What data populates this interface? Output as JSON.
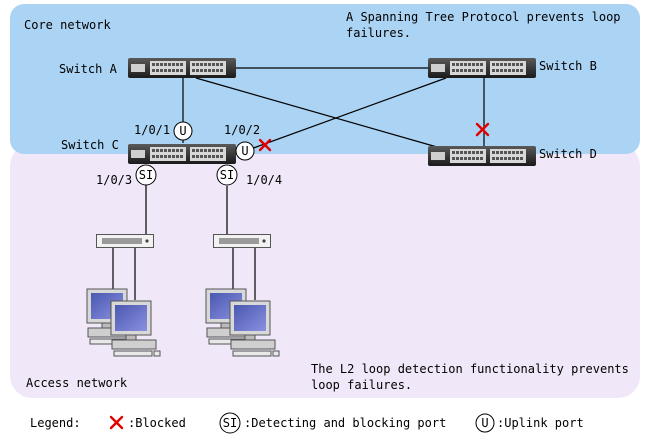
{
  "zones": {
    "core": {
      "label": "Core network",
      "note_line1": "A Spanning Tree Protocol prevents loop",
      "note_line2": "failures.",
      "fill": "#abd3f3"
    },
    "access": {
      "label": "Access network",
      "note_line1": "The L2 loop detection functionality prevents",
      "note_line2": "loop failures.",
      "fill": "#f0e8f8"
    }
  },
  "switches": {
    "a": {
      "label": "Switch A"
    },
    "b": {
      "label": "Switch B"
    },
    "c": {
      "label": "Switch C"
    },
    "d": {
      "label": "Switch D"
    }
  },
  "ports": {
    "p101": "1/0/1",
    "p102": "1/0/2",
    "p103": "1/0/3",
    "p104": "1/0/4"
  },
  "badges": {
    "uplink": "U",
    "detect": "SI"
  },
  "legend": {
    "title": "Legend:",
    "blocked": ":Blocked",
    "detect_symbol": "SI",
    "detect": ":Detecting and blocking port",
    "uplink_symbol": "U",
    "uplink": ":Uplink port"
  },
  "colors": {
    "blocked": "#e00000",
    "line": "#000000"
  }
}
